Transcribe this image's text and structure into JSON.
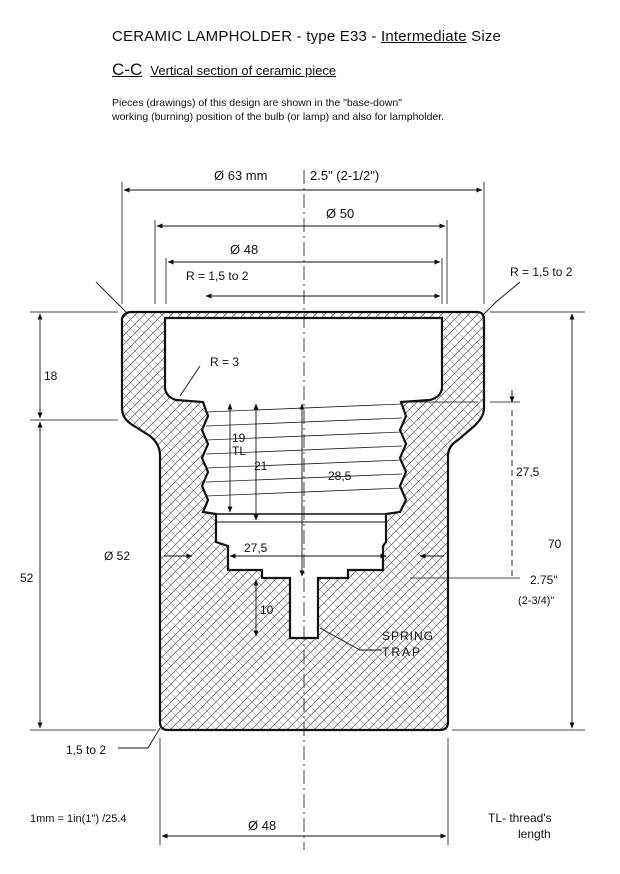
{
  "header": {
    "title_prefix": "CERAMIC  LAMPHOLDER - type E33 - ",
    "title_underlined": "Intermediate",
    "title_suffix": " Size",
    "section_code": "C-C",
    "section_label": "Vertical section  of ceramic piece",
    "description_line1": "Pieces (drawings) of this  design are shown  in the \"base-down\"",
    "description_line2": "working (burning)  position of the bulb (or lamp) and also for lampholder."
  },
  "dimensions": {
    "d63": "Ø  63 mm",
    "d63_inch": "2.5\" (2-1/2\")",
    "d50": "Ø  50",
    "d48_top": "Ø  48",
    "r_left": "R = 1,5 to 2",
    "r_right": "R = 1,5  to 2",
    "r3": "R = 3",
    "h18": "18",
    "tl19": "19",
    "tl_abbr": "TL",
    "h21": "21",
    "h28_5": "28,5",
    "h27_5_right": "27,5",
    "h70": "70",
    "d52": "Ø  52",
    "h52": "52",
    "w27_5": "27,5",
    "inch_275": "2.75\"",
    "inch_234": "(2-3/4)\"",
    "h10": "10",
    "spring": "SPRING",
    "trap": "TRAP",
    "r15to2": "1,5 to 2",
    "d48_bottom": "Ø  48"
  },
  "notes": {
    "conversion": "1mm = 1in(1\") /25.4",
    "tl_note_1": "TL- thread's",
    "tl_note_2": "length"
  }
}
